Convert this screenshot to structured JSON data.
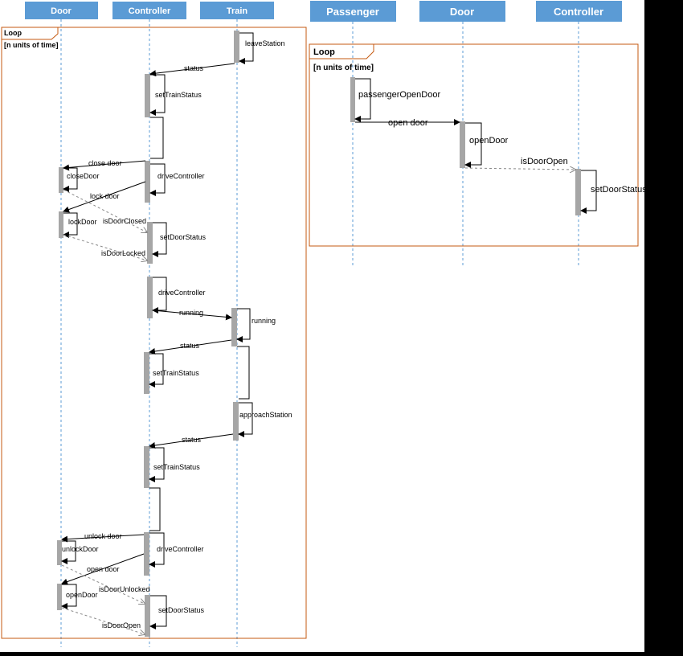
{
  "left_diagram": {
    "lifelines": [
      {
        "id": "door",
        "label": "Door"
      },
      {
        "id": "controller",
        "label": "Controller"
      },
      {
        "id": "train",
        "label": "Train"
      }
    ],
    "loop": {
      "label": "Loop",
      "guard": "[n units of time]"
    },
    "messages": [
      {
        "label": "leaveStation"
      },
      {
        "label": "status"
      },
      {
        "label": "setTrainStatus"
      },
      {
        "label": "close door"
      },
      {
        "label": "closeDoor"
      },
      {
        "label": "driveController"
      },
      {
        "label": "lock door"
      },
      {
        "label": "lockDoor"
      },
      {
        "label": "isDoorClosed"
      },
      {
        "label": "setDoorStatus"
      },
      {
        "label": "isDoorLocked"
      },
      {
        "label": "driveController"
      },
      {
        "label": "running"
      },
      {
        "label": "running"
      },
      {
        "label": "status"
      },
      {
        "label": "setTrainStatus"
      },
      {
        "label": "approachStation"
      },
      {
        "label": "status"
      },
      {
        "label": "setTrainStatus"
      },
      {
        "label": "unlock door"
      },
      {
        "label": "unlockDoor"
      },
      {
        "label": "driveController"
      },
      {
        "label": "open door"
      },
      {
        "label": "isDoorUnlocked"
      },
      {
        "label": "openDoor"
      },
      {
        "label": "setDoorStatus"
      },
      {
        "label": "isDoorOpen"
      }
    ]
  },
  "right_diagram": {
    "lifelines": [
      {
        "id": "passenger",
        "label": "Passenger"
      },
      {
        "id": "door",
        "label": "Door"
      },
      {
        "id": "controller",
        "label": "Controller"
      }
    ],
    "loop": {
      "label": "Loop",
      "guard": "[n units of time]"
    },
    "messages": [
      {
        "label": "passengerOpenDoor"
      },
      {
        "label": "open door"
      },
      {
        "label": "openDoor"
      },
      {
        "label": "isDoorOpen"
      },
      {
        "label": "setDoorStatus"
      }
    ]
  },
  "colors": {
    "header_fill": "#5b9bd5",
    "header_text": "#ffffff",
    "lifeline": "#5b9bd5",
    "loop_border": "#c55a11",
    "activation": "#a6a6a6",
    "line": "#000000",
    "return_line": "#7f7f7f"
  }
}
